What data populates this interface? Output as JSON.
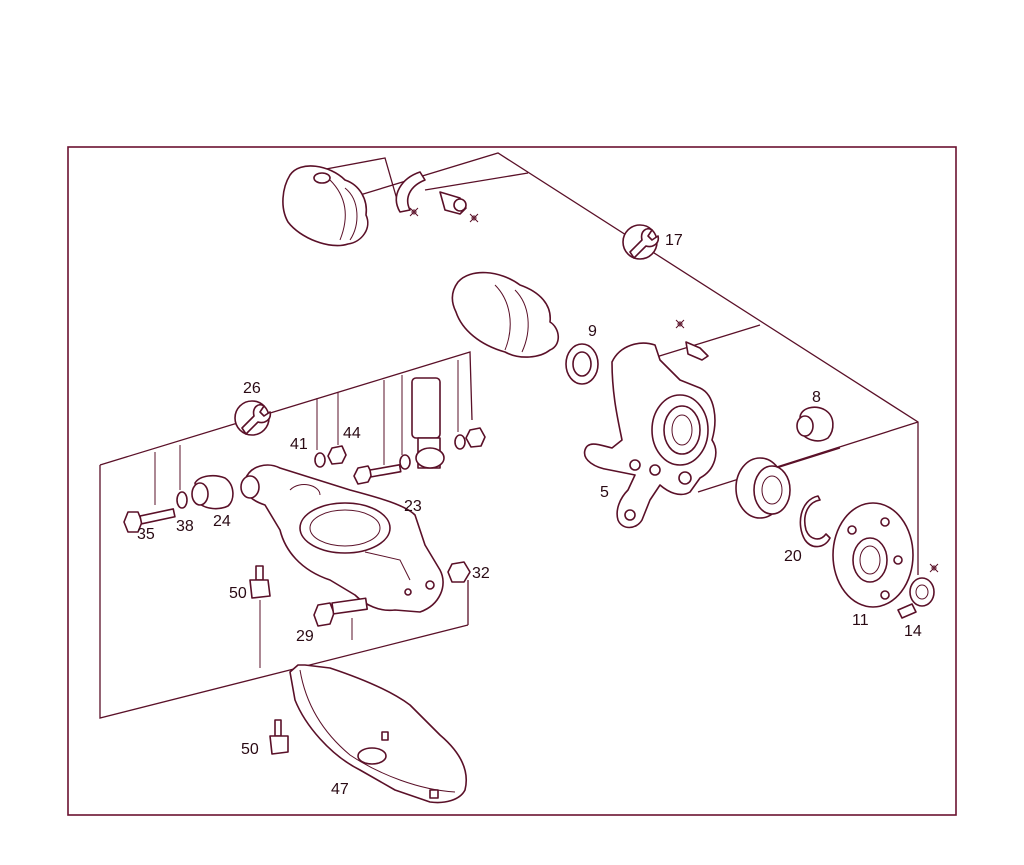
{
  "diagram": {
    "labels": {
      "p5": "5",
      "p8": "8",
      "p9": "9",
      "p11": "11",
      "p14": "14",
      "p17": "17",
      "p20": "20",
      "p23": "23",
      "p24": "24",
      "p26": "26",
      "p29": "29",
      "p32": "32",
      "p35": "35",
      "p38": "38",
      "p41": "41",
      "p44": "44",
      "p47": "47",
      "p50a": "50",
      "p50b": "50"
    },
    "colors": {
      "line": "#5a1028",
      "frame": "#6b1230",
      "text": "#2a0a14",
      "background": "#ffffff"
    },
    "icons": [
      "wrench-icon",
      "self-locking-nut-icon"
    ]
  }
}
